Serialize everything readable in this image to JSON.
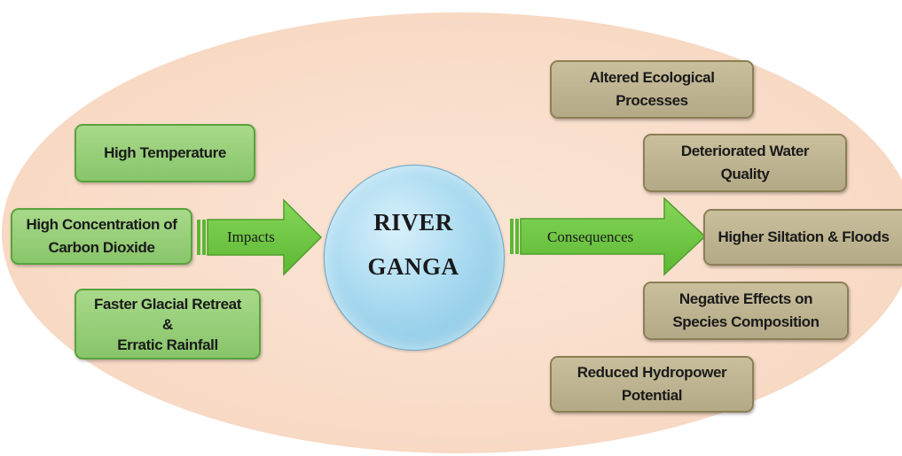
{
  "center": {
    "line1": "RIVER",
    "line2": "GANGA"
  },
  "left_arrow_label": "Impacts",
  "right_arrow_label": "Consequences",
  "causes": [
    "High Temperature",
    "High Concentration of\nCarbon Dioxide",
    "Faster Glacial Retreat\n&\nErratic Rainfall"
  ],
  "consequences": [
    "Altered Ecological\nProcesses",
    "Deteriorated Water\nQuality",
    "Higher Siltation  & Floods",
    "Negative Effects on\nSpecies Composition",
    "Reduced Hydropower\nPotential"
  ],
  "colors": {
    "background_ellipse": "#f8dcc8",
    "cause_box": "#94ce76",
    "consequence_box": "#bfb491",
    "arrow": "#6cc43e",
    "center_circle": "#a9daf0"
  }
}
